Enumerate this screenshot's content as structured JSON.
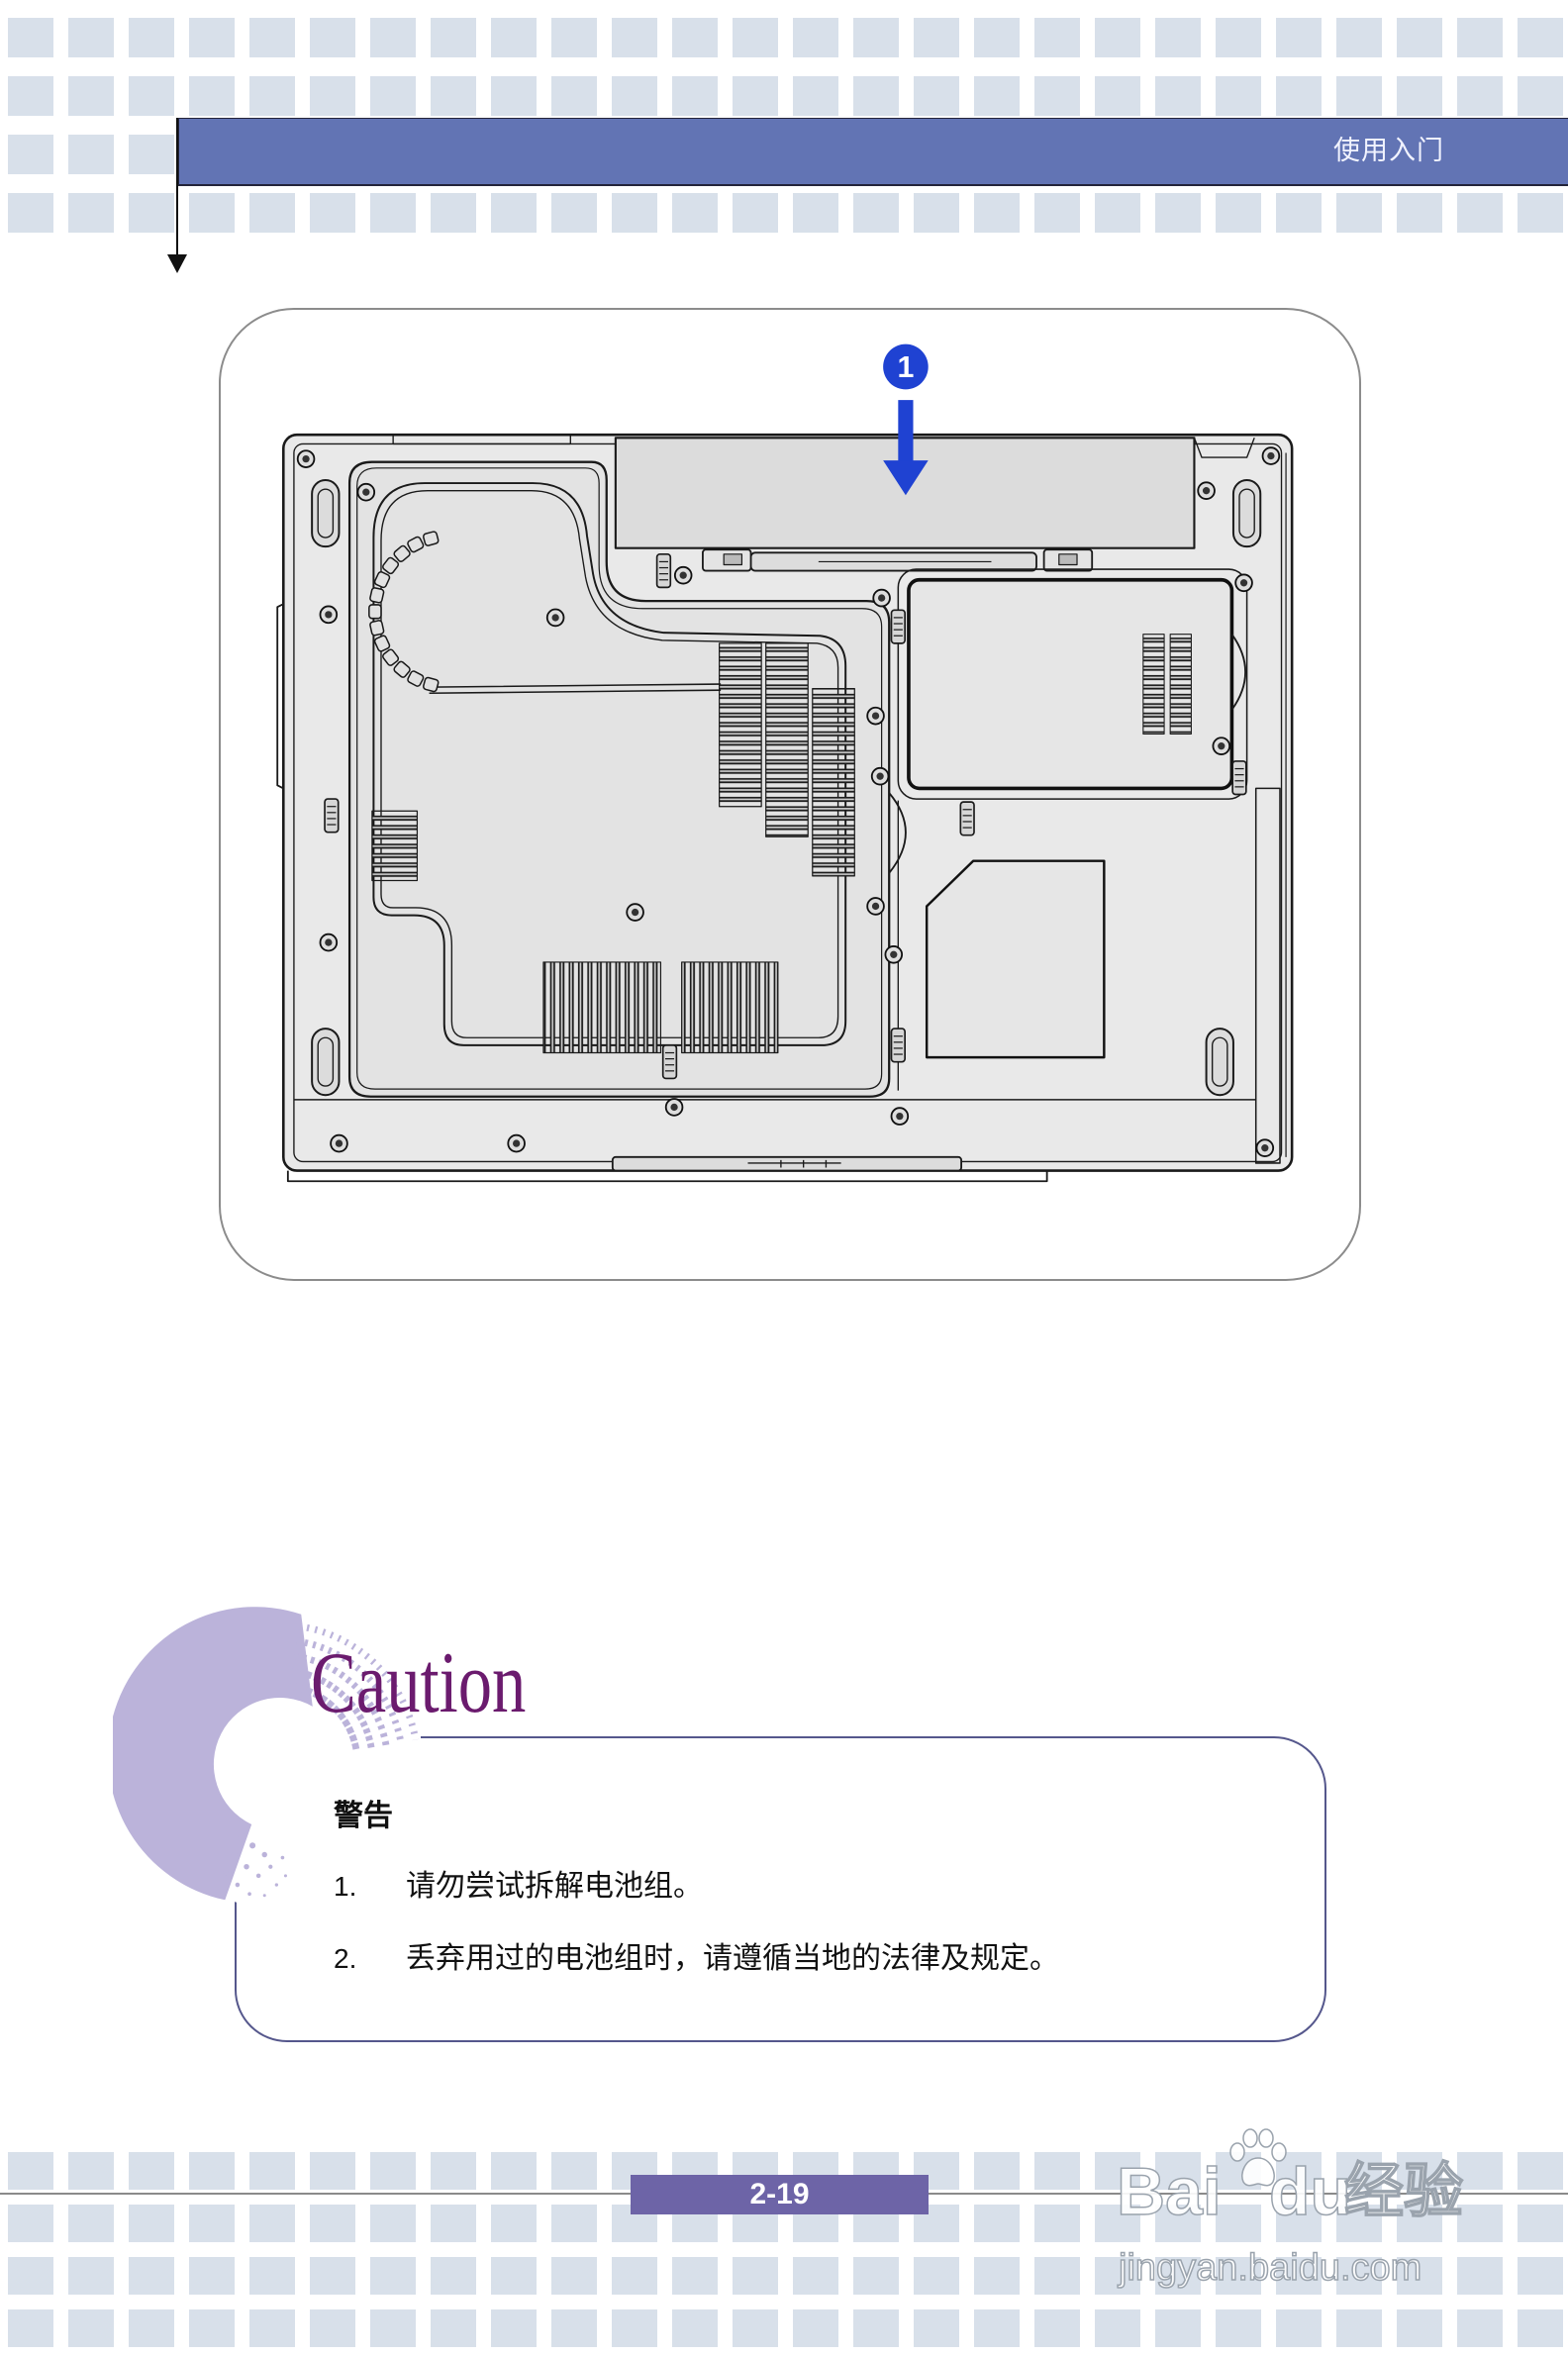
{
  "header": {
    "section_title": "使用入门"
  },
  "figure": {
    "callout_number": "1"
  },
  "caution": {
    "heading": "Caution",
    "title": "警告",
    "items": [
      {
        "num": "1.",
        "text": "请勿尝试拆解电池组。"
      },
      {
        "num": "2.",
        "text": "丢弃用过的电池组时，请遵循当地的法律及规定。"
      }
    ]
  },
  "footer": {
    "page_number": "2-19"
  },
  "watermark": {
    "brand_left": "Bai",
    "brand_right": "du",
    "brand_cn": "经验",
    "url": "jingyan.baidu.com",
    "icon": "paw-icon"
  },
  "colors": {
    "header_bar": "#6274b4",
    "page_bar": "#6d64a7",
    "caution_heading": "#6b1b6e",
    "caution_border": "#55578c",
    "swirl": "#bbb3da",
    "callout": "#1f42d2"
  }
}
